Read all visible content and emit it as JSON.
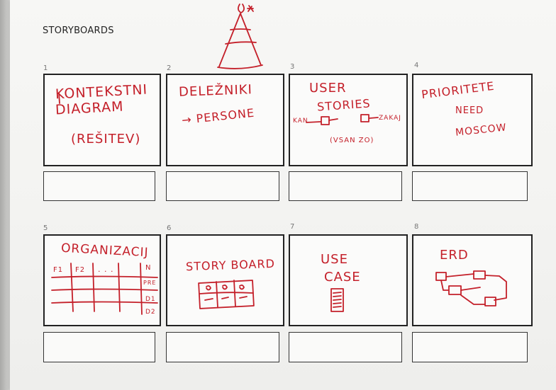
{
  "title": "STORYBOARDS",
  "panels": [
    {
      "number": "1",
      "lines": [
        "KONTEKSTNI",
        "DIAGRAM",
        "(REŠITEV)"
      ]
    },
    {
      "number": "2",
      "lines": [
        "DELEŽNIKI",
        "→ PERSONE"
      ]
    },
    {
      "number": "3",
      "lines": [
        "USER",
        "STORIES",
        "KAN",
        "ZAKAJ",
        "(VSAN ZO)"
      ]
    },
    {
      "number": "4",
      "lines": [
        "PRIORITETE",
        "NEED",
        "MOSCOW"
      ]
    },
    {
      "number": "5",
      "lines": [
        "ORGANIZACIJ",
        "F1",
        "F2",
        ". . .",
        "N",
        "PRE",
        "D1",
        "D2"
      ]
    },
    {
      "number": "6",
      "lines": [
        "STORY BOARD"
      ]
    },
    {
      "number": "7",
      "lines": [
        "USE",
        "CASE"
      ]
    },
    {
      "number": "8",
      "lines": [
        "ERD"
      ]
    }
  ],
  "colors": {
    "marker": "#c4202a",
    "paper": "#f5f5f3",
    "frame": "#222222"
  }
}
